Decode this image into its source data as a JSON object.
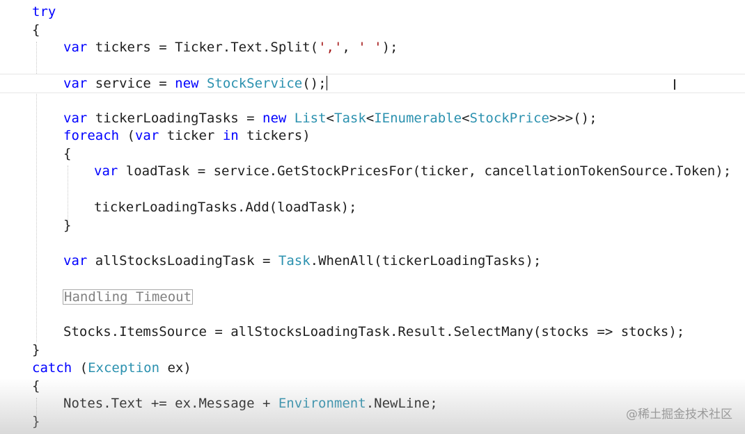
{
  "editor": {
    "lines": {
      "l1_try": "try",
      "l2_open": "{",
      "l3_var": "var",
      "l3_rest1": " tickers = Ticker.Text.Split(",
      "l3_str1": "','",
      "l3_comma": ", ",
      "l3_str2": "' '",
      "l3_end": ");",
      "l5_var": "var",
      "l5_rest": " service = ",
      "l5_new": "new",
      "l5_sp": " ",
      "l5_type": "StockService",
      "l5_end": "();",
      "l7_var": "var",
      "l7_rest": " tickerLoadingTasks = ",
      "l7_new": "new",
      "l7_sp": " ",
      "l7_t1": "List",
      "l7_lt1": "<",
      "l7_t2": "Task",
      "l7_lt2": "<",
      "l7_t3": "IEnumerable",
      "l7_lt3": "<",
      "l7_t4": "StockPrice",
      "l7_end": ">>>();",
      "l8_foreach": "foreach",
      "l8_paren": " (",
      "l8_var": "var",
      "l8_mid": " ticker ",
      "l8_in": "in",
      "l8_end": " tickers)",
      "l9_open": "{",
      "l10_var": "var",
      "l10_rest": " loadTask = service.GetStockPricesFor(ticker, cancellationTokenSource.Token);",
      "l12_text": "tickerLoadingTasks.Add(loadTask);",
      "l13_close": "}",
      "l15_var": "var",
      "l15_rest": " allStocksLoadingTask = ",
      "l15_type": "Task",
      "l15_end": ".WhenAll(tickerLoadingTasks);",
      "l17_region": "Handling Timeout",
      "l19_text": "Stocks.ItemsSource = allStocksLoadingTask.Result.SelectMany(stocks => stocks);",
      "l20_close": "}",
      "l21_catch": "catch",
      "l21_paren": " (",
      "l21_type": "Exception",
      "l21_end": " ex)",
      "l22_open": "{",
      "l23_rest": "Notes.Text += ex.Message + ",
      "l23_type": "Environment",
      "l23_end": ".NewLine;",
      "l24_close": "}"
    }
  },
  "watermark": "@稀土掘金技术社区",
  "colors": {
    "keyword": "#0000ff",
    "type": "#2b91af",
    "string": "#a31515",
    "text": "#1e1e1e"
  },
  "icons": {
    "cursor": "i-beam-cursor-icon"
  }
}
